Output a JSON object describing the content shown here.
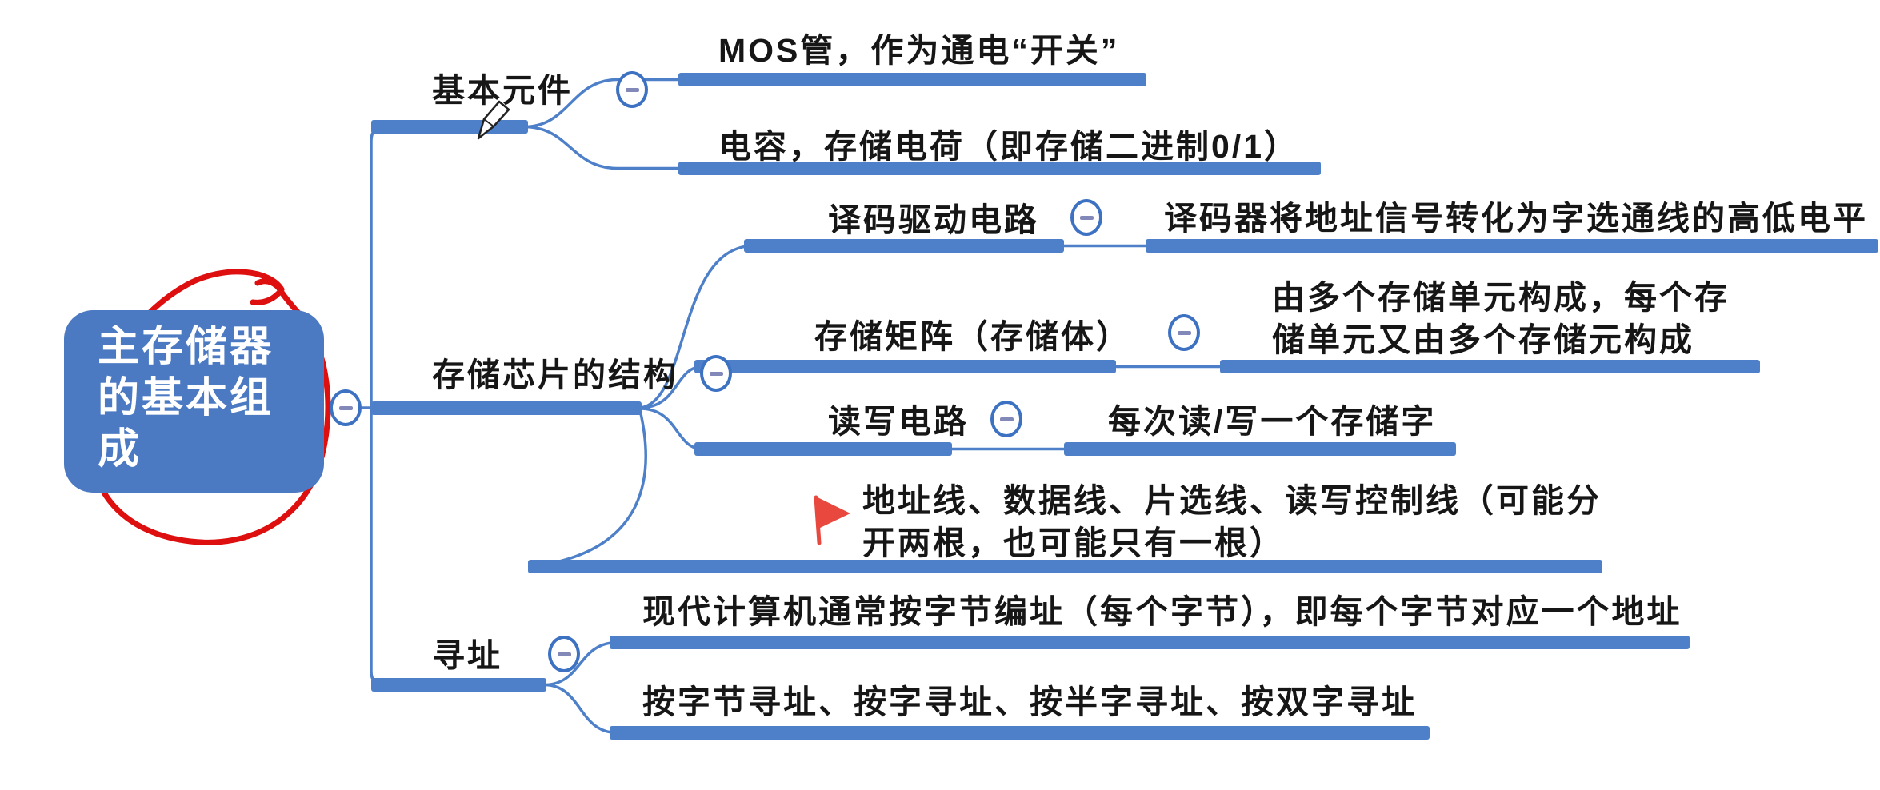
{
  "app": {
    "type": "mindmap"
  },
  "colors": {
    "branch_blue": "#4d80c8",
    "root_box_blue": "#4b7ac3",
    "collapse_ring_blue": "#3d71c2",
    "collapse_dash_gray": "#8289b8",
    "annotation_red": "#de0f0f",
    "flag_red": "#e9483f",
    "text_black": "#161616",
    "root_text_white": "#ffffff",
    "background": "#ffffff"
  },
  "icons": {
    "collapse": "minus-in-circle-icon",
    "flag": "red-flag-marker-icon",
    "cursor": "pencil-annotation-cursor",
    "annotation": "hand-drawn-red-circle"
  },
  "root": {
    "label": "主存储器的基本组成",
    "lines": [
      "主存储器",
      "的基本组",
      "成"
    ]
  },
  "branches": [
    {
      "label": "基本元件",
      "children": [
        {
          "text": "MOS管，作为通电“开关”"
        },
        {
          "text": "电容，存储电荷（即存储二进制0/1）"
        }
      ]
    },
    {
      "label": "存储芯片的结构",
      "children": [
        {
          "label": "译码驱动电路",
          "text": "译码器将地址信号转化为字选通线的高低电平"
        },
        {
          "label": "存储矩阵（存储体）",
          "lines": [
            "由多个存储单元构成，每个存",
            "储单元又由多个存储元构成"
          ]
        },
        {
          "label": "读写电路",
          "text": "每次读/写一个存储字"
        },
        {
          "flag": true,
          "lines": [
            "地址线、数据线、片选线、读写控制线（可能分",
            "开两根，也可能只有一根）"
          ]
        }
      ]
    },
    {
      "label": "寻址",
      "children": [
        {
          "text": "现代计算机通常按字节编址（每个字节），即每个字节对应一个地址"
        },
        {
          "text": "按字节寻址、按字寻址、按半字寻址、按双字寻址"
        }
      ]
    }
  ]
}
